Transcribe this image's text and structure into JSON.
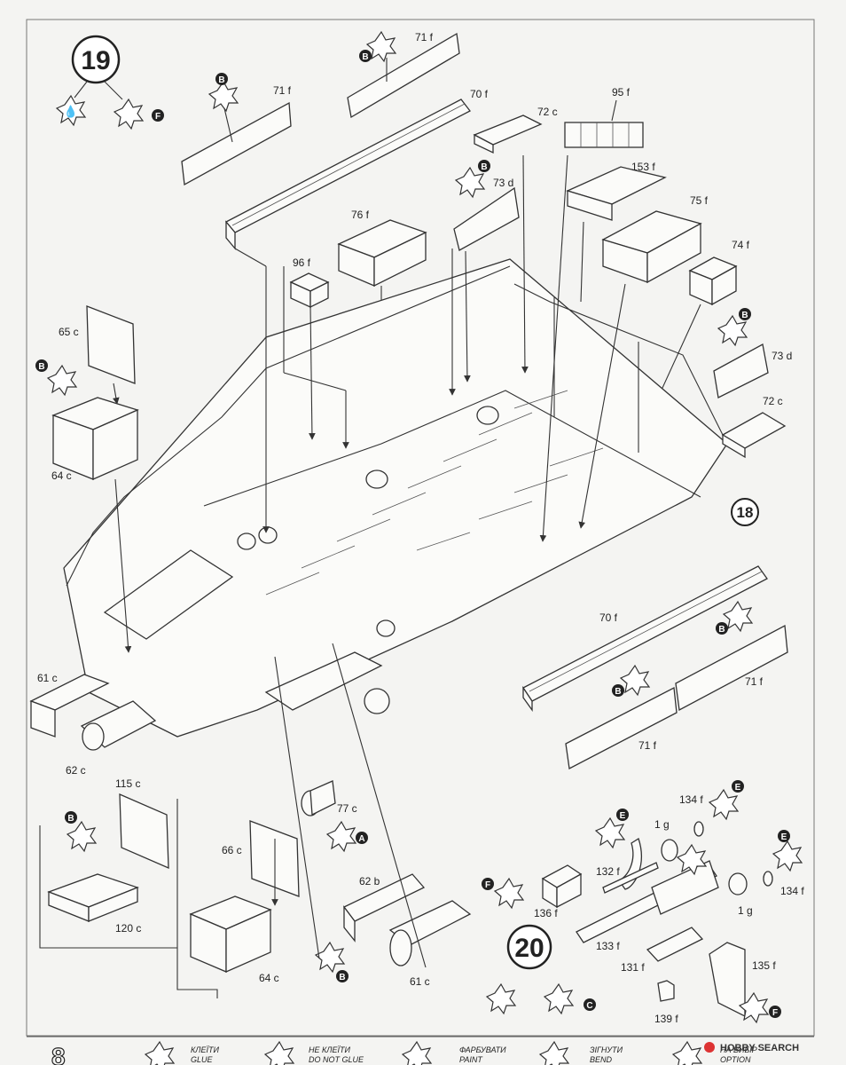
{
  "steps": {
    "main": "19",
    "sub": "20",
    "ref": "18"
  },
  "part_labels": {
    "p71f_top": "71 f",
    "p71f_left": "71 f",
    "p70f_top": "70 f",
    "p72c_top": "72 c",
    "p95f": "95 f",
    "p153f": "153 f",
    "p73d_top": "73 d",
    "p76f": "76 f",
    "p96f": "96 f",
    "p75f": "75 f",
    "p74f": "74 f",
    "p65c": "65 c",
    "p73d_right": "73 d",
    "p72c_right": "72 c",
    "p64c_left": "64 c",
    "p70f_bottom": "70 f",
    "p71f_right": "71 f",
    "p71f_bottom": "71 f",
    "p61c_left": "61 c",
    "p62c": "62 c",
    "p115c": "115 c",
    "p77c": "77 c",
    "p120c": "120 c",
    "p66c": "66 c",
    "p62b": "62 b",
    "p64c_bottom": "64 c",
    "p61c_bottom": "61 c",
    "p134f_top": "134 f",
    "p1g_top": "1 g",
    "p132f": "132 f",
    "p136f": "136 f",
    "p134f_right": "134 f",
    "p1g_right": "1 g",
    "p133f": "133 f",
    "p131f": "131 f",
    "p135f": "135 f",
    "p139f": "139 f"
  },
  "markers": {
    "b": "B",
    "f": "F",
    "a": "A",
    "e": "E",
    "c": "C"
  },
  "footer": {
    "page_number": "8",
    "legend": [
      {
        "ua": "КЛЕЇТИ",
        "en": "GLUE"
      },
      {
        "ua": "НЕ КЛЕЇТИ",
        "en": "DO NOT GLUE"
      },
      {
        "ua": "ФАРБУВАТИ",
        "en": "PAINT"
      },
      {
        "ua": "ЗІГНУТИ",
        "en": "BEND"
      },
      {
        "ua": "НА ВИБІР",
        "en": "OPTION"
      }
    ],
    "watermark": "HOBBY SEARCH"
  }
}
